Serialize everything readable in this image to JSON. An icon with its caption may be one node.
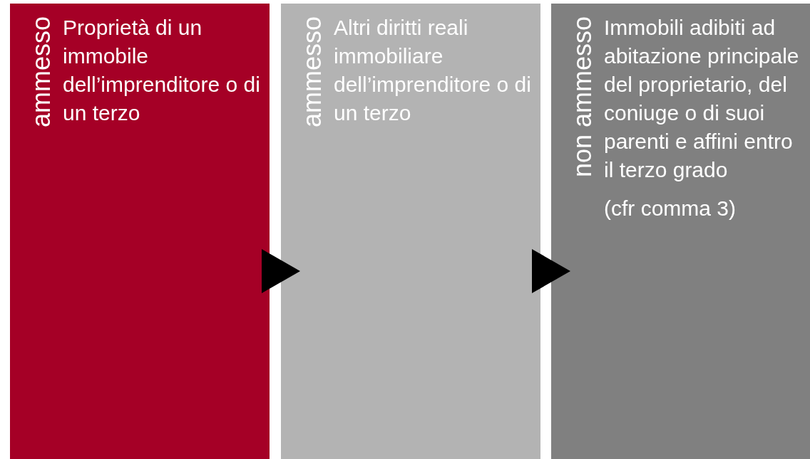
{
  "diagram": {
    "nodes": [
      {
        "text": [
          "ammesso",
          "Proprietà di un immobile dell’imprenditore o di un terzo"
        ]
      },
      {
        "text": [
          "ammesso",
          "Altri diritti reali immobiliare dell’imprenditore o di un terzo"
        ]
      },
      {
        "text": [
          "non ammesso",
          "Immobili adibiti ad abitazione principale del proprietario, del coniuge o di suoi parenti e affini entro il terzo grado",
          "(cfr comma 3)"
        ]
      }
    ],
    "edges": [
      {
        "from": 0,
        "to": 1,
        "arrow": "to"
      },
      {
        "from": 1,
        "to": 2,
        "arrow": "to"
      }
    ]
  }
}
